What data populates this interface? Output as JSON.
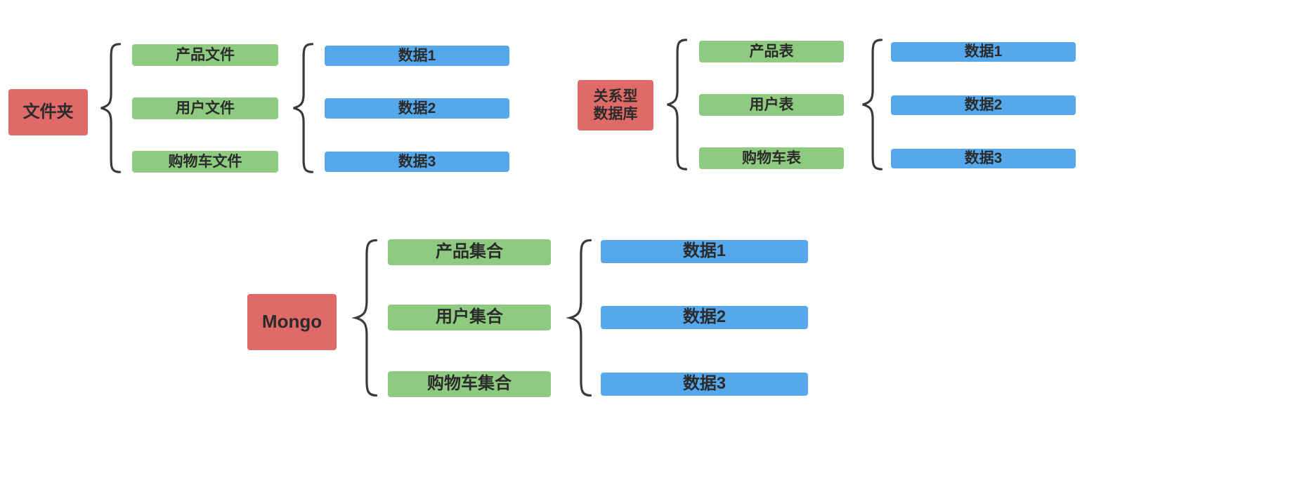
{
  "colors": {
    "root-color": "#e06a68",
    "branch-color": "#8ecb80",
    "leaf-color": "#55a8ec",
    "text-color": "#2b2b2b",
    "brace-color": "#3a3a3a"
  },
  "groups": [
    {
      "root_lines": [
        "文件夹"
      ],
      "branches": [
        "产品文件",
        "用户文件",
        "购物车文件"
      ],
      "leaves": [
        "数据1",
        "数据2",
        "数据3"
      ]
    },
    {
      "root_lines": [
        "关系型",
        "数据库"
      ],
      "branches": [
        "产品表",
        "用户表",
        "购物车表"
      ],
      "leaves": [
        "数据1",
        "数据2",
        "数据3"
      ]
    },
    {
      "root_lines": [
        "Mongo"
      ],
      "branches": [
        "产品集合",
        "用户集合",
        "购物车集合"
      ],
      "leaves": [
        "数据1",
        "数据2",
        "数据3"
      ]
    }
  ]
}
